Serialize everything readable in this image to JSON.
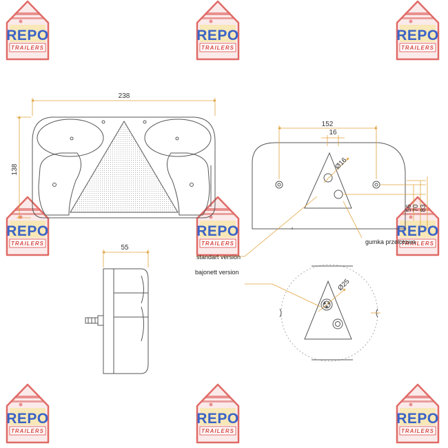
{
  "watermark": {
    "brand": "REPO",
    "sub": "TRAILERS",
    "colors": {
      "outline": "#e06a66",
      "fill": "#fbeaea",
      "brand": "#3a63c7",
      "sub": "#d84a45",
      "yellow": "#f4e25a"
    }
  },
  "dimensions": {
    "front_width": "238",
    "front_height": "138",
    "side_depth": "55",
    "back_holes_span": "152",
    "back_offset": "16",
    "diameter_standard": "Ø16",
    "vertical_1": "56",
    "vertical_2": "70",
    "vertical_3": "83",
    "diameter_bayonet": "Ø25"
  },
  "annotations": {
    "gasket": "gumka przelotowa",
    "standard": "standart version",
    "bayonet": "bajonett version"
  },
  "colors": {
    "line": "#555555",
    "dim_line": "#e0a23c",
    "leader": "#e0a23c"
  }
}
